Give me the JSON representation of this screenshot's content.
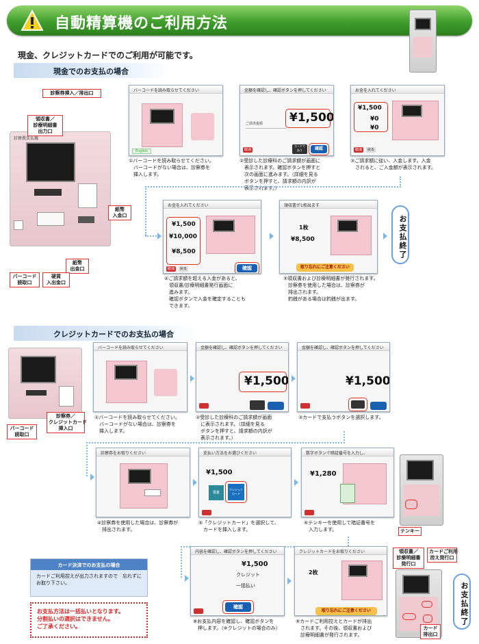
{
  "header": {
    "title": "自動精算機のご利用方法",
    "subtitle": "現金、クレジットカードでのご利用が可能です。"
  },
  "cash": {
    "section_title": "現金でのお支払の場合",
    "labels": {
      "ticket": "診察券挿入／排出口",
      "receipt": "領収書／\n診療明細書\n出力口",
      "bill_in": "紙幣\n入金口",
      "bill_out": "紙幣\n出金口",
      "barcode": "バーコード\n読取口",
      "coin": "硬貨\n入出金口"
    },
    "machine_brand": "診察費支払機",
    "steps": [
      {
        "screen_title": "バーコードを読み取らせてください",
        "caption": "①バーコードを読み取らせてください。\n　バーコードがない場合は、診察券を\n　挿入します。",
        "btn": "English"
      },
      {
        "screen_title": "金額を確認し、確認ボタンを押してください",
        "amount": "¥1,500",
        "field": "ご請求金額",
        "caption": "②受診した診療科のご請求額が画面に\n　表示されます。確認ボタンを押すと\n　次の画面に進みます。（詳細を見る\n　ボタンを押すと、請求額の内訳が\n　表示されます。）",
        "confirm": "確認",
        "cancel": "取消",
        "card": "カードで\n払う"
      },
      {
        "screen_title": "お金を入れてください",
        "amount": "¥1,500",
        "zero1": "¥0",
        "zero2": "¥0",
        "caption": "③ご請求額に従い、入金します。入金\n　されると、ご入金額が表示されます。",
        "cancel": "取消",
        "back": "戻る"
      },
      {
        "screen_title": "お金を入れてください",
        "amount": "¥1,500",
        "paid": "¥10,000",
        "change": "¥8,500",
        "caption": "④ご請求額を超える入金があると、\n　領収書/診療明細書発行画面に\n　進みます。\n　確認ボタンで入金を確定することも\n　できます。",
        "confirm": "確認",
        "cancel": "取消",
        "back": "戻る"
      },
      {
        "screen_title": "領収書が1枚出ます",
        "count": "1枚",
        "change": "¥8,500",
        "caption": "⑤領収書および診療明細書が発行されます。\n　診察券を使用した場合は、診察券が\n　排出されます。\n　釣銭がある場合は釣銭が出ます。",
        "forget": "取り忘れにご注意ください"
      }
    ],
    "final": "お支払終了"
  },
  "credit": {
    "section_title": "クレジットカードでのお支払の場合",
    "labels": {
      "barcode": "バーコード\n読取口",
      "ticket_card": "診察券／\nクレジットカード\n挿入口",
      "tenkey": "テンキー",
      "receipt": "領収書／\n診療明細書\n発行口",
      "card_slip": "カードご利用\n控え発行口",
      "card_out": "カード\n排出口"
    },
    "steps": [
      {
        "screen_title": "バーコードを読み取らせてください",
        "caption": "①バーコードを読み取らせてください。\n　バーコードがない場合は、診察券を\n　挿入します。"
      },
      {
        "screen_title": "金額を確認し、確認ボタンを押してください",
        "amount": "¥1,500",
        "caption": "②受診した診療科のご請求額が画面\n　に表示されます。（詳細を見る\n　ボタンを押すと、請求額の内訳が\n　表示されます。）"
      },
      {
        "screen_title": "金額を確認し、確認ボタンを押してください",
        "amount": "¥1,500",
        "caption": "③カードで支払うボタンを選択します。"
      },
      {
        "screen_title": "診察券をお取りください",
        "caption": "④診察券を使用した場合は、診察券が\n　排出されます。"
      },
      {
        "screen_title": "支払い方法をお選びください",
        "amount": "¥1,500",
        "cash": "現金",
        "card": "クレジット\nカード",
        "caption": "⑤「クレジットカード」を選択して、\n　カードを挿入します。"
      },
      {
        "screen_title": "数字ボタンで暗証番号を入力し、",
        "amount": "¥1,280",
        "caption": "⑥テンキーを使用して暗証番号を\n　入力します。"
      },
      {
        "screen_title": "内容を確認し、確認ボタンを押してください",
        "amount": "¥1,500",
        "method": "クレジット",
        "split": "一括払い",
        "confirm": "確認",
        "caption": "⑧お支払内容を確認し、確認ボタンを\n　押します。（※クレジットの場合のみ）"
      },
      {
        "screen_title": "クレジットカードをお取りください",
        "count": "2枚",
        "forget": "取り忘れにご注意ください",
        "caption": "⑨カードご利用控えとカードが排出\n　されます。その後、領収書および\n　診療明細書が発行されます。"
      }
    ],
    "final": "お支払終了",
    "note": {
      "title": "カード決済でのお支払の場合",
      "body": "カードご利用控えが出力されますので　忘れずに\nお取り下さい。"
    },
    "warning": "お支払方法は一括払いとなります。\n分割払いの選択はできません。\nご了承ください。"
  }
}
